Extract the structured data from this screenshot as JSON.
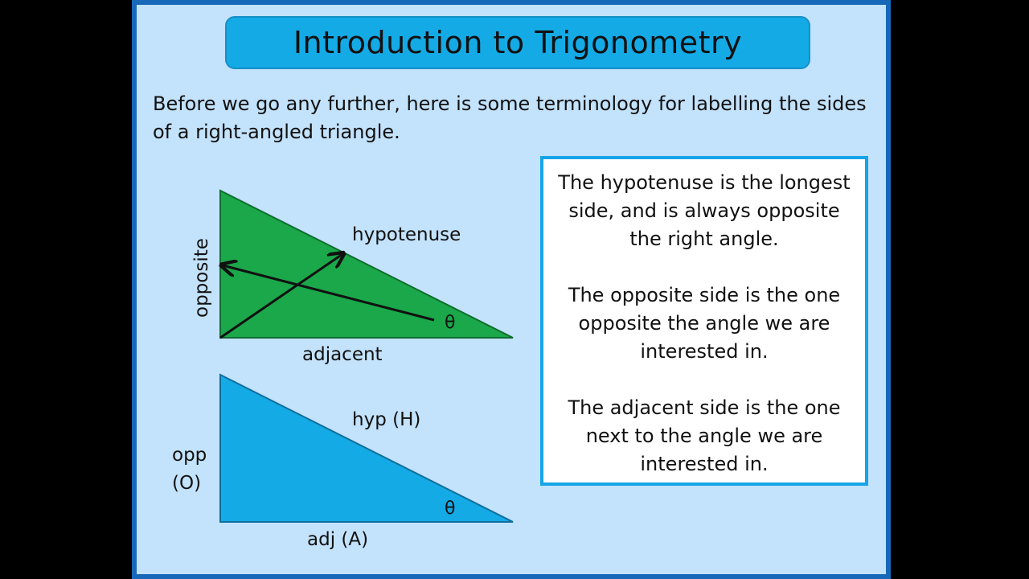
{
  "slide": {
    "title": "Introduction to Trigonometry",
    "intro": "Before we go any further, here is some terminology for labelling the sides of a right-angled triangle.",
    "colors": {
      "frame": "#1768b8",
      "background": "#c3e2fb",
      "title_box": "#14aae6",
      "triangle_green": "#1aa84a",
      "triangle_blue": "#14aae6",
      "info_border": "#15a4e6"
    }
  },
  "diagram_top": {
    "opposite_label": "opposite",
    "hypotenuse_label": "hypotenuse",
    "adjacent_label": "adjacent",
    "angle_label": "θ"
  },
  "diagram_bottom": {
    "opp_label": "opp",
    "opp_abbrev": "(O)",
    "hyp_label": "hyp (H)",
    "adj_label": "adj (A)",
    "angle_label": "θ"
  },
  "info": {
    "paragraphs": [
      "The hypotenuse is the longest side, and is always opposite the right angle.",
      "The opposite side is the one opposite the angle we are interested in.",
      "The adjacent side is the one next to the angle we are interested in."
    ]
  }
}
